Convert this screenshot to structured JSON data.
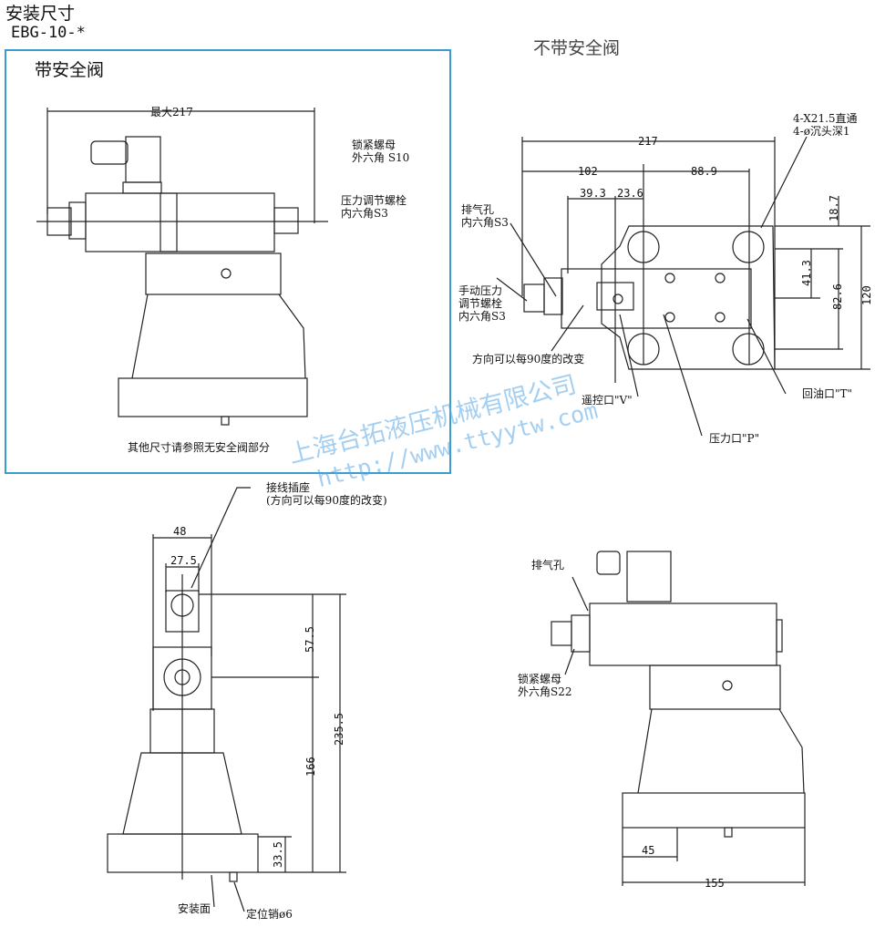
{
  "header": {
    "title": "安装尺寸",
    "model": "EBG-10-*"
  },
  "panel_with_relief": {
    "title": "带安全阀",
    "dim_max": "最大217",
    "lock_nut": "锁紧螺母\n外六角 S10",
    "pressure_screw": "压力调节螺栓\n内六角S3",
    "note": "其他尺寸请参照无安全阀部分"
  },
  "top_view": {
    "title": "不带安全阀",
    "dim_217": "217",
    "dim_102": "102",
    "dim_88_9": "88.9",
    "dim_39_3": "39.3",
    "dim_23_6": "23.6",
    "dim_18_7": "18.7",
    "dim_41_3": "41.3",
    "dim_82_6": "82.6",
    "dim_120": "120",
    "holes": "4-X21.5直通\n4-ø沉头深1",
    "vent": "排气孔\n内六角S3",
    "manual": "手动压力\n调节螺栓\n内六角S3",
    "direction": "方向可以每90度的改变",
    "port_v": "遥控口\"V\"",
    "port_p": "压力口\"P\"",
    "port_t": "回油口\"T\""
  },
  "front_view": {
    "connector": "接线插座\n(方向可以每90度的改变)",
    "dim_48": "48",
    "dim_27_5": "27.5",
    "dim_57_5": "57.5",
    "dim_235_5": "235.5",
    "dim_166": "166",
    "dim_33_5": "33.5",
    "mount_face": "安装面",
    "pin": "定位销ø6"
  },
  "side_view": {
    "vent": "排气孔",
    "lock_nut": "锁紧螺母\n外六角S22",
    "dim_45": "45",
    "dim_155": "155"
  },
  "watermark": {
    "company": "上海台拓液压机械有限公司",
    "url": "http://www.ttyytw.com"
  },
  "colors": {
    "panel_border": "#3b9ccf",
    "watermark": "#5aa9e6"
  }
}
